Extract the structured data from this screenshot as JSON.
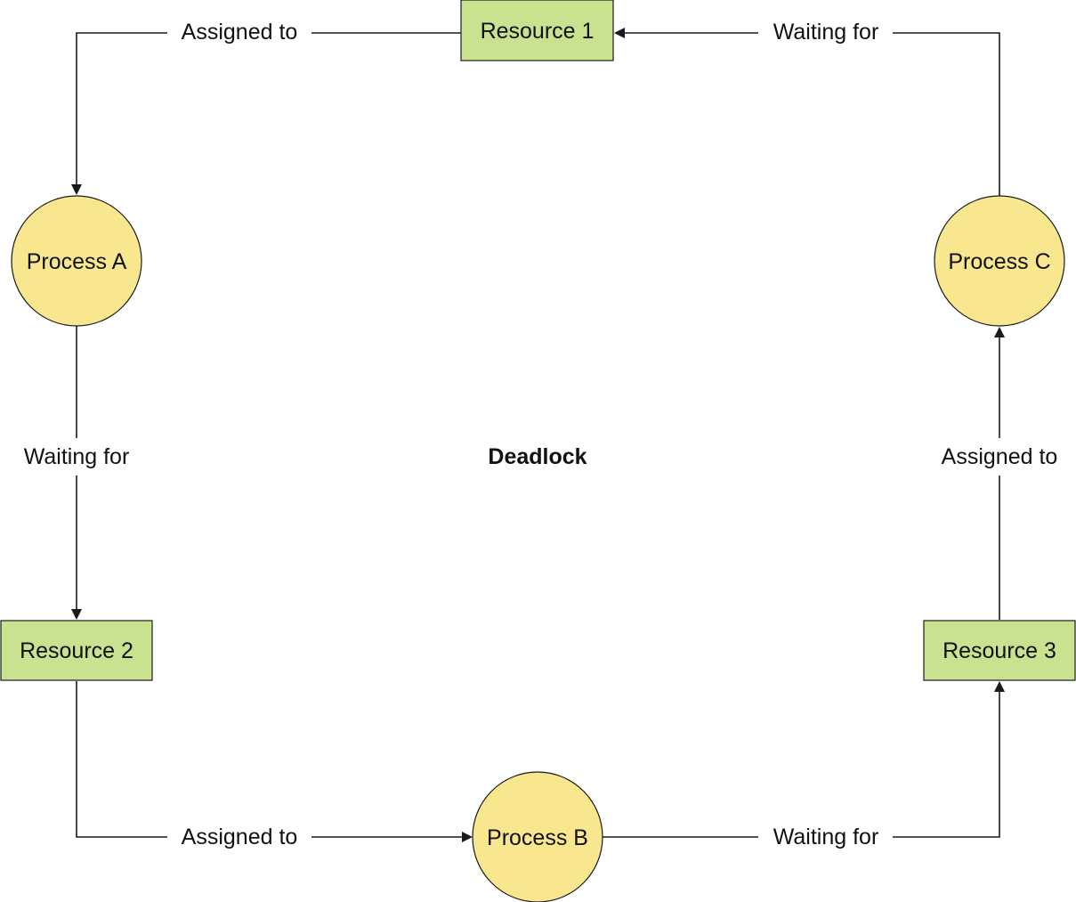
{
  "colors": {
    "resource_fill": "#c8e290",
    "process_fill": "#f9e78f",
    "line": "#1a1a1a"
  },
  "center_label": "Deadlock",
  "resources": [
    {
      "id": "r1",
      "label": "Resource 1"
    },
    {
      "id": "r2",
      "label": "Resource 2"
    },
    {
      "id": "r3",
      "label": "Resource 3"
    }
  ],
  "processes": [
    {
      "id": "pa",
      "label": "Process A"
    },
    {
      "id": "pb",
      "label": "Process B"
    },
    {
      "id": "pc",
      "label": "Process C"
    }
  ],
  "edges": [
    {
      "from": "r1",
      "to": "pa",
      "label": "Assigned to"
    },
    {
      "from": "pa",
      "to": "r2",
      "label": "Waiting for"
    },
    {
      "from": "r2",
      "to": "pb",
      "label": "Assigned to"
    },
    {
      "from": "pb",
      "to": "r3",
      "label": "Waiting for"
    },
    {
      "from": "r3",
      "to": "pc",
      "label": "Assigned to"
    },
    {
      "from": "pc",
      "to": "r1",
      "label": "Waiting for"
    }
  ]
}
